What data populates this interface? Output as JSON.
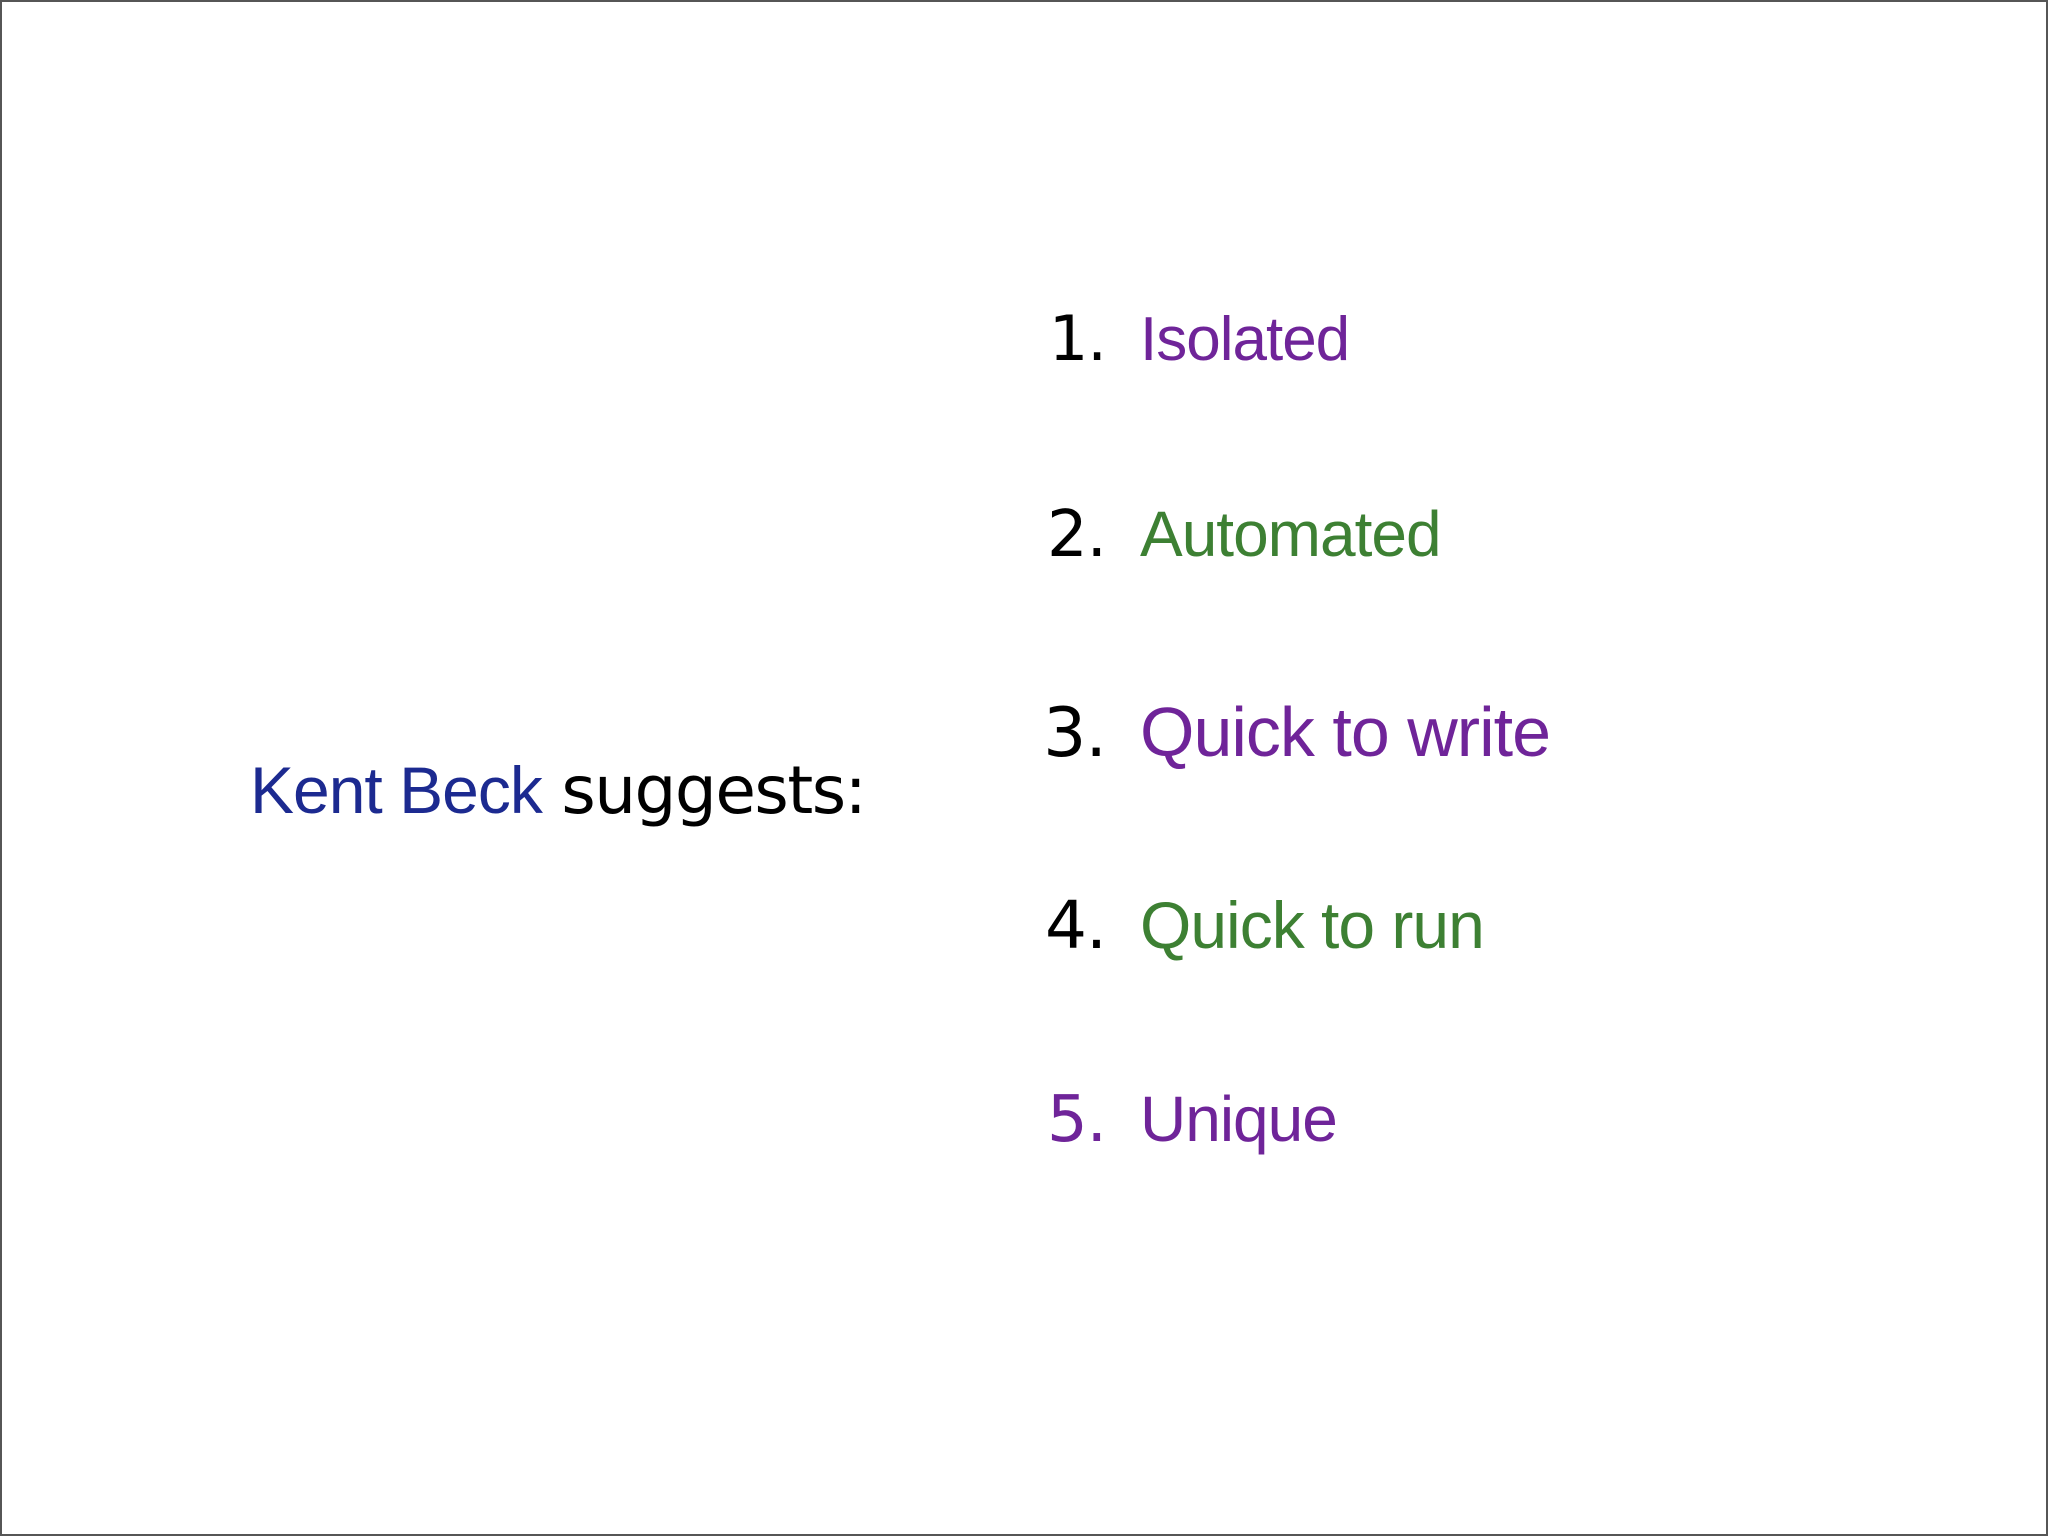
{
  "slide": {
    "background_color": "#ffffff",
    "border_color": "#565656"
  },
  "lead": {
    "name": "Kent Beck",
    "verb": " suggests:",
    "name_color": "#1c2a90",
    "verb_color": "#000000"
  },
  "palette": {
    "purple": "#6f2499",
    "green": "#3d8033",
    "black": "#000000",
    "navy": "#1c2a90"
  },
  "list": {
    "items": [
      {
        "marker": "1.",
        "label": "Isolated",
        "marker_color": "#000000",
        "label_color": "#6f2499"
      },
      {
        "marker": "2.",
        "label": "Automated",
        "marker_color": "#000000",
        "label_color": "#3d8033"
      },
      {
        "marker": "3.",
        "label": "Quick to write",
        "marker_color": "#000000",
        "label_color": "#6f2499"
      },
      {
        "marker": "4.",
        "label": "Quick to run",
        "marker_color": "#000000",
        "label_color": "#3d8033"
      },
      {
        "marker": "5.",
        "label": "Unique",
        "marker_color": "#6f2499",
        "label_color": "#6f2499"
      }
    ]
  }
}
